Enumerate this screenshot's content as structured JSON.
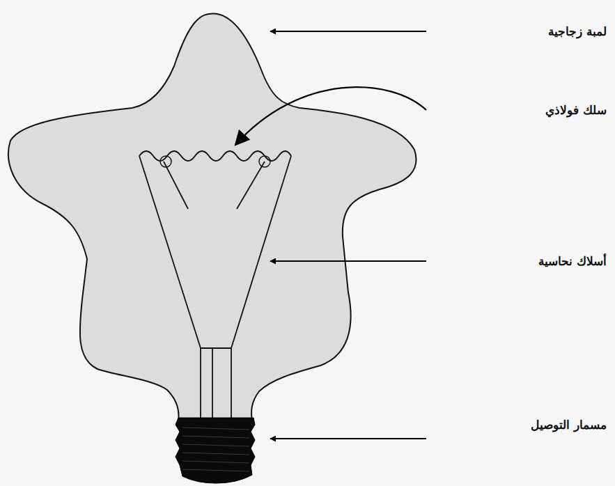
{
  "diagram": {
    "labels": [
      "لمبة زجاجية",
      "سلك فولاذي",
      "أسلاك نحاسية",
      "مسمار التوصيل"
    ]
  }
}
